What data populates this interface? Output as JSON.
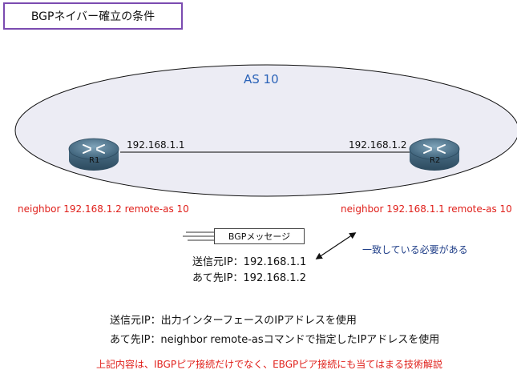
{
  "title": "BGPネイバー確立の条件",
  "as_label": "AS 10",
  "routers": [
    {
      "label": "R1",
      "ip": "192.168.1.1",
      "command": "neighbor 192.168.1.2 remote-as 10"
    },
    {
      "label": "R2",
      "ip": "192.168.1.2",
      "command": "neighbor 192.168.1.1 remote-as 10"
    }
  ],
  "message": {
    "label": "BGPメッセージ",
    "src": "送信元IP：192.168.1.1",
    "dst": "あて先IP：192.168.1.2"
  },
  "agreement": "一致している必要がある",
  "notes": [
    "送信元IP：出力インターフェースのIPアドレスを使用",
    "あて先IP：neighbor remote-asコマンドで指定したIPアドレスを使用"
  ],
  "footer": "上記内容は、IBGPピア接続だけでなく、EBGPピア接続にも当てはまる技術解説",
  "colors": {
    "title_border": "#7b4bb0",
    "as_text": "#2b63b8",
    "command_text": "#e0201b",
    "agreement_text": "#1f3e88",
    "ellipse_fill": "#ececf4"
  }
}
